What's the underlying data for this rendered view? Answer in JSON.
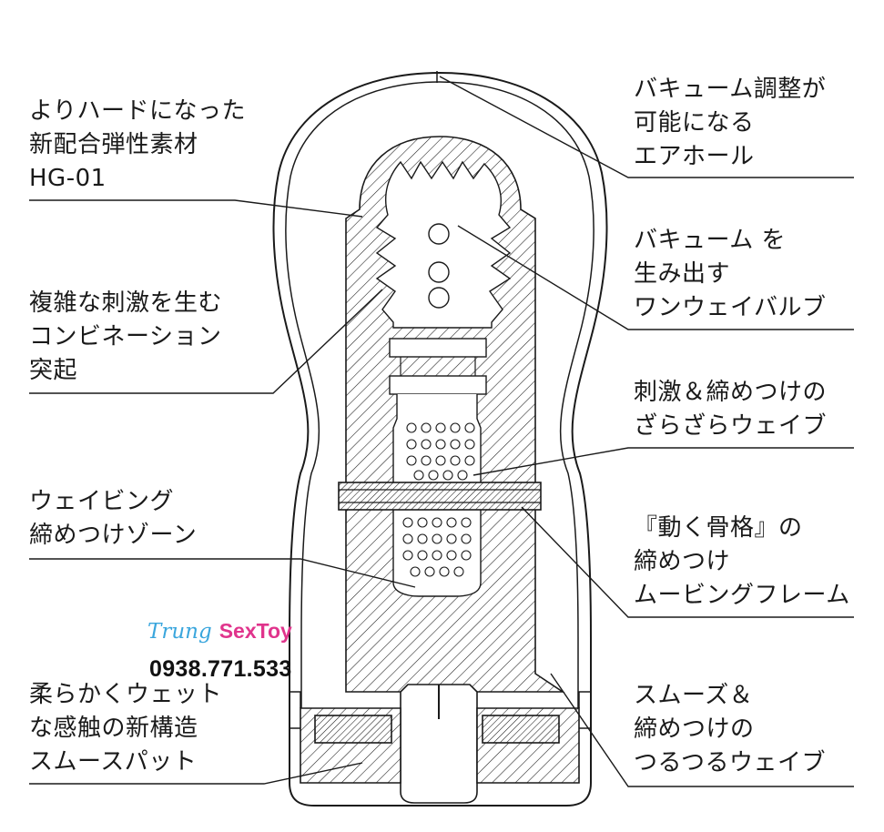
{
  "callouts": {
    "left": [
      {
        "lines": [
          "よりハードになった",
          "新配合弾性素材",
          "HG-01"
        ]
      },
      {
        "lines": [
          "複雑な刺激を生む",
          "コンビネーション",
          "突起"
        ]
      },
      {
        "lines": [
          "ウェイビング",
          "締めつけゾーン"
        ]
      },
      {
        "lines": [
          "柔らかくウェット",
          "な感触の新構造",
          "スムースパット"
        ]
      }
    ],
    "right": [
      {
        "lines": [
          "バキューム調整が",
          "可能になる",
          "エアホール"
        ]
      },
      {
        "lines": [
          "バキューム を",
          "生み出す",
          "ワンウェイバルブ"
        ]
      },
      {
        "lines": [
          "刺激＆締めつけの",
          "ざらざらウェイブ"
        ]
      },
      {
        "lines": [
          "『動く骨格』の",
          "締めつけ",
          "ムービングフレーム"
        ]
      },
      {
        "lines": [
          "スムーズ＆",
          "締めつけの",
          "つるつるウェイブ"
        ]
      }
    ]
  },
  "watermark": {
    "name_script": "Trung",
    "name_brand": "SexToy",
    "phone": "0938.771.533"
  },
  "colors": {
    "line": "#1a1a1a",
    "watermark_blue": "#3aa6dd",
    "watermark_pink": "#e0348c"
  }
}
